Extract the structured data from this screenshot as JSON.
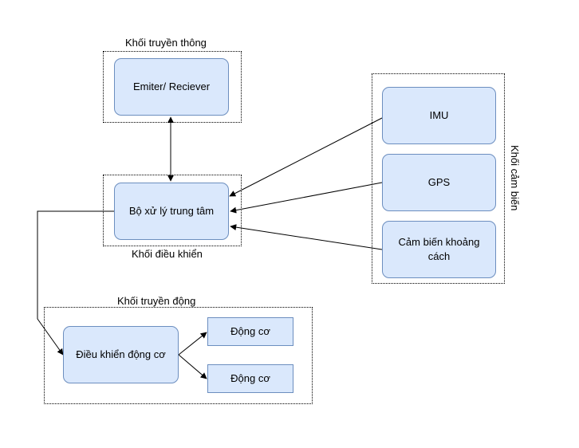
{
  "groups": {
    "communication": "Khối truyền thông",
    "control": "Khối điều khiển",
    "sensors": "Khối cảm biến",
    "drive": "Khối truyền động"
  },
  "nodes": {
    "emitter": "Emiter/ Reciever",
    "cpu": "Bộ xử lý trung tâm",
    "imu": "IMU",
    "gps": "GPS",
    "distance": "Cảm biến khoảng cách",
    "motor_driver": "Điều khiển động cơ",
    "motor_1": "Động cơ",
    "motor_2": "Động cơ"
  },
  "colors": {
    "node_fill": "#dae8fc",
    "node_stroke": "#6c8ebf"
  },
  "edges": [
    {
      "from": "emitter",
      "to": "cpu",
      "bidirectional": true
    },
    {
      "from": "imu",
      "to": "cpu"
    },
    {
      "from": "gps",
      "to": "cpu"
    },
    {
      "from": "distance",
      "to": "cpu"
    },
    {
      "from": "cpu",
      "to": "motor_driver"
    },
    {
      "from": "motor_driver",
      "to": "motor_1"
    },
    {
      "from": "motor_driver",
      "to": "motor_2"
    }
  ]
}
